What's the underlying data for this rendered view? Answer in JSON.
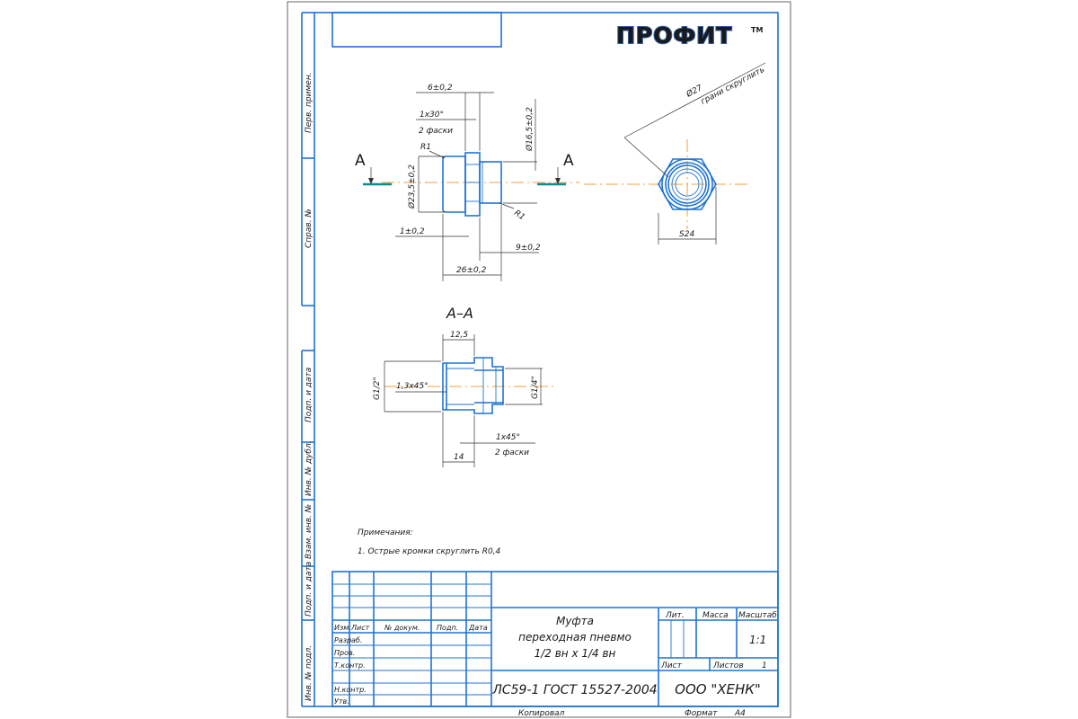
{
  "logo": {
    "text": "ПРОФИТ",
    "tm": "ТМ"
  },
  "side_stamps": {
    "perv_primen": "Перв. примен.",
    "sprav_no": "Справ. №",
    "podp_data_1": "Подп. и дата",
    "inv_dubl": "Инв. № дубл.",
    "vzam_inv": "Взам. инв. №",
    "podp_data_2": "Подп. и дата",
    "inv_podl": "Инв. № подл."
  },
  "drawing": {
    "section_label_left": "А",
    "section_label_right": "А",
    "section_title": "А–А",
    "dims": {
      "d_6": "6±0,2",
      "chamfer_30": "1х30°",
      "chamfer_30_note": "2 фаски",
      "r1_a": "R1",
      "d_16": "Ø16,5±0,2",
      "d_23": "Ø23,5±0,2",
      "r1_b": "R1",
      "d_1": "1±0,2",
      "d_9": "9±0,2",
      "d_26": "26±0,2",
      "d_27": "Ø27",
      "d_27_note": "грани скруглить",
      "s24": "S24",
      "d_12_5": "12,5",
      "g12": "G1/2\"",
      "chamfer_13": "1,3х45°",
      "g14": "G1/4\"",
      "chamfer_45": "1х45°",
      "chamfer_45_note": "2 фаски",
      "d_14": "14"
    }
  },
  "notes": {
    "title": "Примечания:",
    "items": [
      "1. Острые кромки скруглить R0,4"
    ]
  },
  "title_block": {
    "headers": [
      "Изм.",
      "Лист",
      "№ докум.",
      "Подп.",
      "Дата"
    ],
    "roles": [
      "Разраб.",
      "Пров.",
      "Т.контр.",
      "",
      "Н.контр.",
      "Утв."
    ],
    "name_lines": [
      "Муфта",
      "переходная пневмо",
      "1/2 вн х 1/4 вн"
    ],
    "lit_label": "Лит.",
    "mass_label": "Масса",
    "scale_label": "Масштаб",
    "scale_value": "1:1",
    "sheet_label": "Лист",
    "sheets_label": "Листов",
    "sheets_value": "1",
    "material": "ЛС59-1 ГОСТ 15527-2004",
    "company": "ООО \"ХЕНК\"",
    "copied": "Копировал",
    "format_label": "Формат",
    "format_value": "А4"
  },
  "colors": {
    "line": "#1e73d6",
    "axis": "#f0a23a",
    "section": "#0a8f8f",
    "logo": "#2f5fa8"
  }
}
